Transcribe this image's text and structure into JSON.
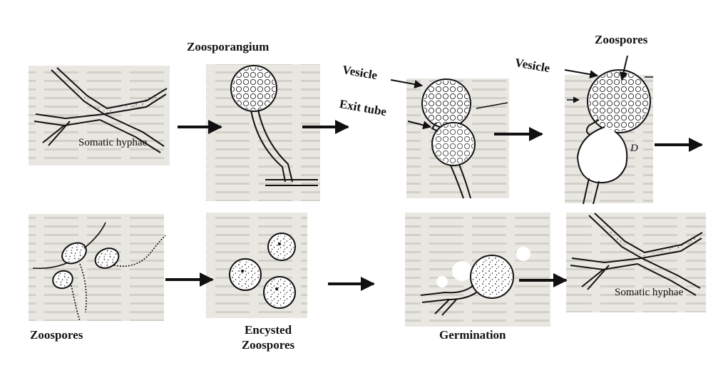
{
  "labels": {
    "zoosporangium": "Zoosporangium",
    "vesicle_1": "Vesicle",
    "exit_tube": "Exit tube",
    "vesicle_2": "Vesicle",
    "zoospores_top": "Zoospores",
    "somatic_hyphae_1": "Somatic hyphae",
    "d_marker": "D",
    "zoospores_bottom": "Zoospores",
    "encysted_line1": "Encysted",
    "encysted_line2": "Zoospores",
    "germination": "Germination",
    "somatic_hyphae_2": "Somatic hyphae"
  },
  "colors": {
    "ink": "#111111",
    "paper": "#e9e7e2",
    "paper_text": "#b9b6ae"
  }
}
